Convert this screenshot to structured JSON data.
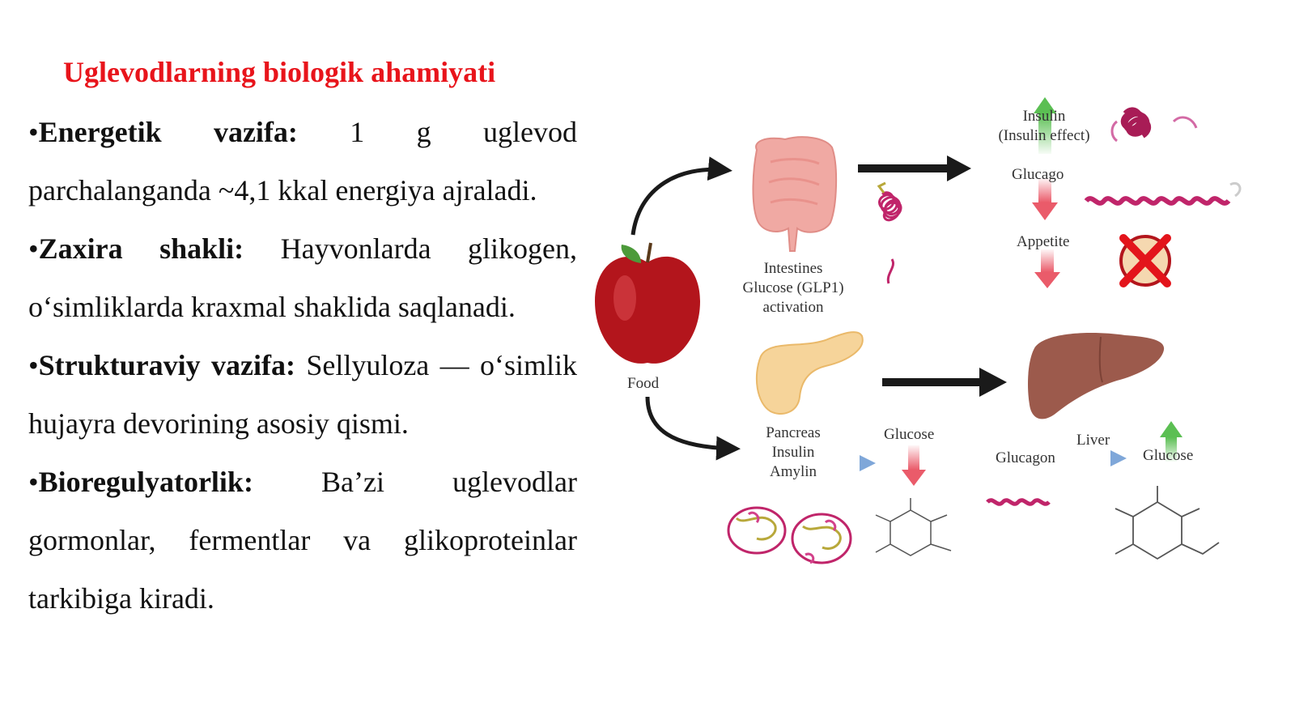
{
  "slide": {
    "title": "Uglevodlarning biologik ahamiyati",
    "bullets": [
      {
        "marker": "•",
        "term": "Energetik vazifa:",
        "text": " 1 g uglevod parchalanganda ~4,1 kkal energiya ajraladi."
      },
      {
        "marker": "•",
        "term": "Zaxira shakli:",
        "text": " Hayvonlarda glikogen, o‘simliklarda kraxmal shaklida saqlanadi."
      },
      {
        "marker": "•",
        "term": "Strukturaviy vazifa:",
        "text": " Sellyuloza — o‘simlik hujayra devorining asosiy qismi."
      },
      {
        "marker": "•",
        "term": "Bioregulyatorlik:",
        "text": " Ba’zi uglevodlar gormonlar, fermentlar va glikoproteinlar tarkibiga kiradi."
      }
    ]
  },
  "diagram": {
    "food": "Food",
    "intestines": [
      "Intestines",
      "Glucose (GLP1)",
      "activation"
    ],
    "insulin": [
      "Insulin",
      "(Insulin effect)"
    ],
    "glucago": "Glucago",
    "appetite": "Appetite",
    "pancreas": [
      "Pancreas",
      "Insulin",
      "Amylin"
    ],
    "glucose_mid": "Glucose",
    "glucagon": "Glucagon",
    "liver": "Liver",
    "glucose_right": "Glucose",
    "colors": {
      "title": "#e8141b",
      "apple": "#b3151c",
      "intestine": "#f0a9a3",
      "pancreas": "#f6d49a",
      "liver": "#9c5a4c",
      "protein": "#c0256a",
      "arrow_up": "#5bbf53",
      "arrow_down": "#ea5b6a",
      "arrow_blue": "#7fa7d9"
    }
  }
}
